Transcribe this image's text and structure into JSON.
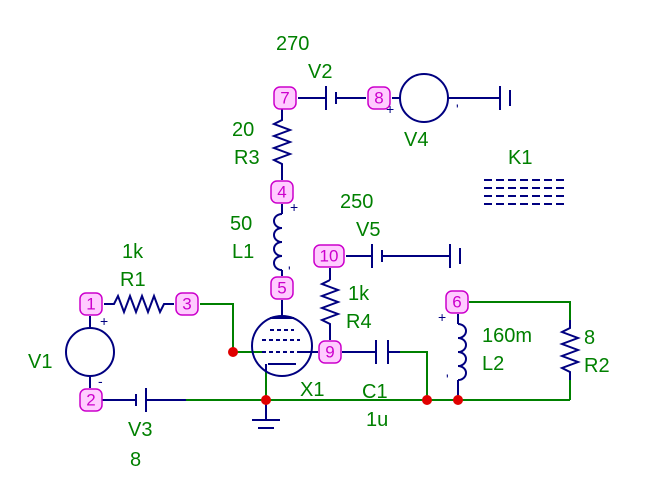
{
  "colors": {
    "component": "#000080",
    "label": "#008000",
    "wire": "#008000",
    "node_fill": "#ffccff",
    "node_stroke": "#cc00cc",
    "node_text": "#cc00cc",
    "junction": "#e00000",
    "coupling": "#000080",
    "background": "#ffffff"
  },
  "nodes": [
    "1",
    "2",
    "3",
    "4",
    "5",
    "6",
    "7",
    "8",
    "9",
    "10"
  ],
  "components": {
    "V1": {
      "name": "V1"
    },
    "V2": {
      "name": "V2",
      "value": "270"
    },
    "V3": {
      "name": "V3",
      "value": "8"
    },
    "V4": {
      "name": "V4"
    },
    "V5": {
      "name": "V5",
      "value": "250"
    },
    "R1": {
      "name": "R1",
      "value": "1k"
    },
    "R2": {
      "name": "R2",
      "value": "8"
    },
    "R3": {
      "name": "R3",
      "value": "20"
    },
    "R4": {
      "name": "R4",
      "value": "1k"
    },
    "L1": {
      "name": "L1",
      "value": "50"
    },
    "L2": {
      "name": "L2",
      "value": "160m"
    },
    "C1": {
      "name": "C1",
      "value": "1u"
    },
    "X1": {
      "name": "X1"
    },
    "K1": {
      "name": "K1"
    }
  },
  "polarity": {
    "plus": "+",
    "minus": "-",
    "minus_alt": "'"
  }
}
